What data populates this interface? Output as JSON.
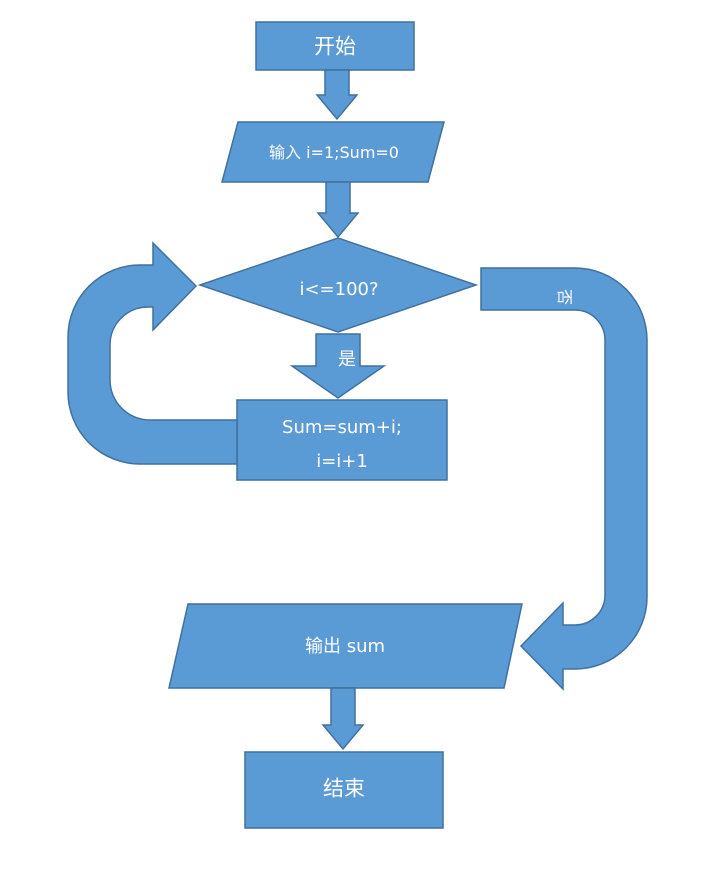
{
  "colors": {
    "fill": "#5b9bd5",
    "stroke": "#41719c",
    "text": "#ffffff",
    "background": "#ffffff"
  },
  "diagram": {
    "start": "开始",
    "input": "输入 i=1;Sum=0",
    "condition": "i<=100?",
    "yes_label": "是",
    "no_label": "否",
    "process_line1": "Sum=sum+i;",
    "process_line2": "i=i+1",
    "output": "输出 sum",
    "end": "结束"
  }
}
